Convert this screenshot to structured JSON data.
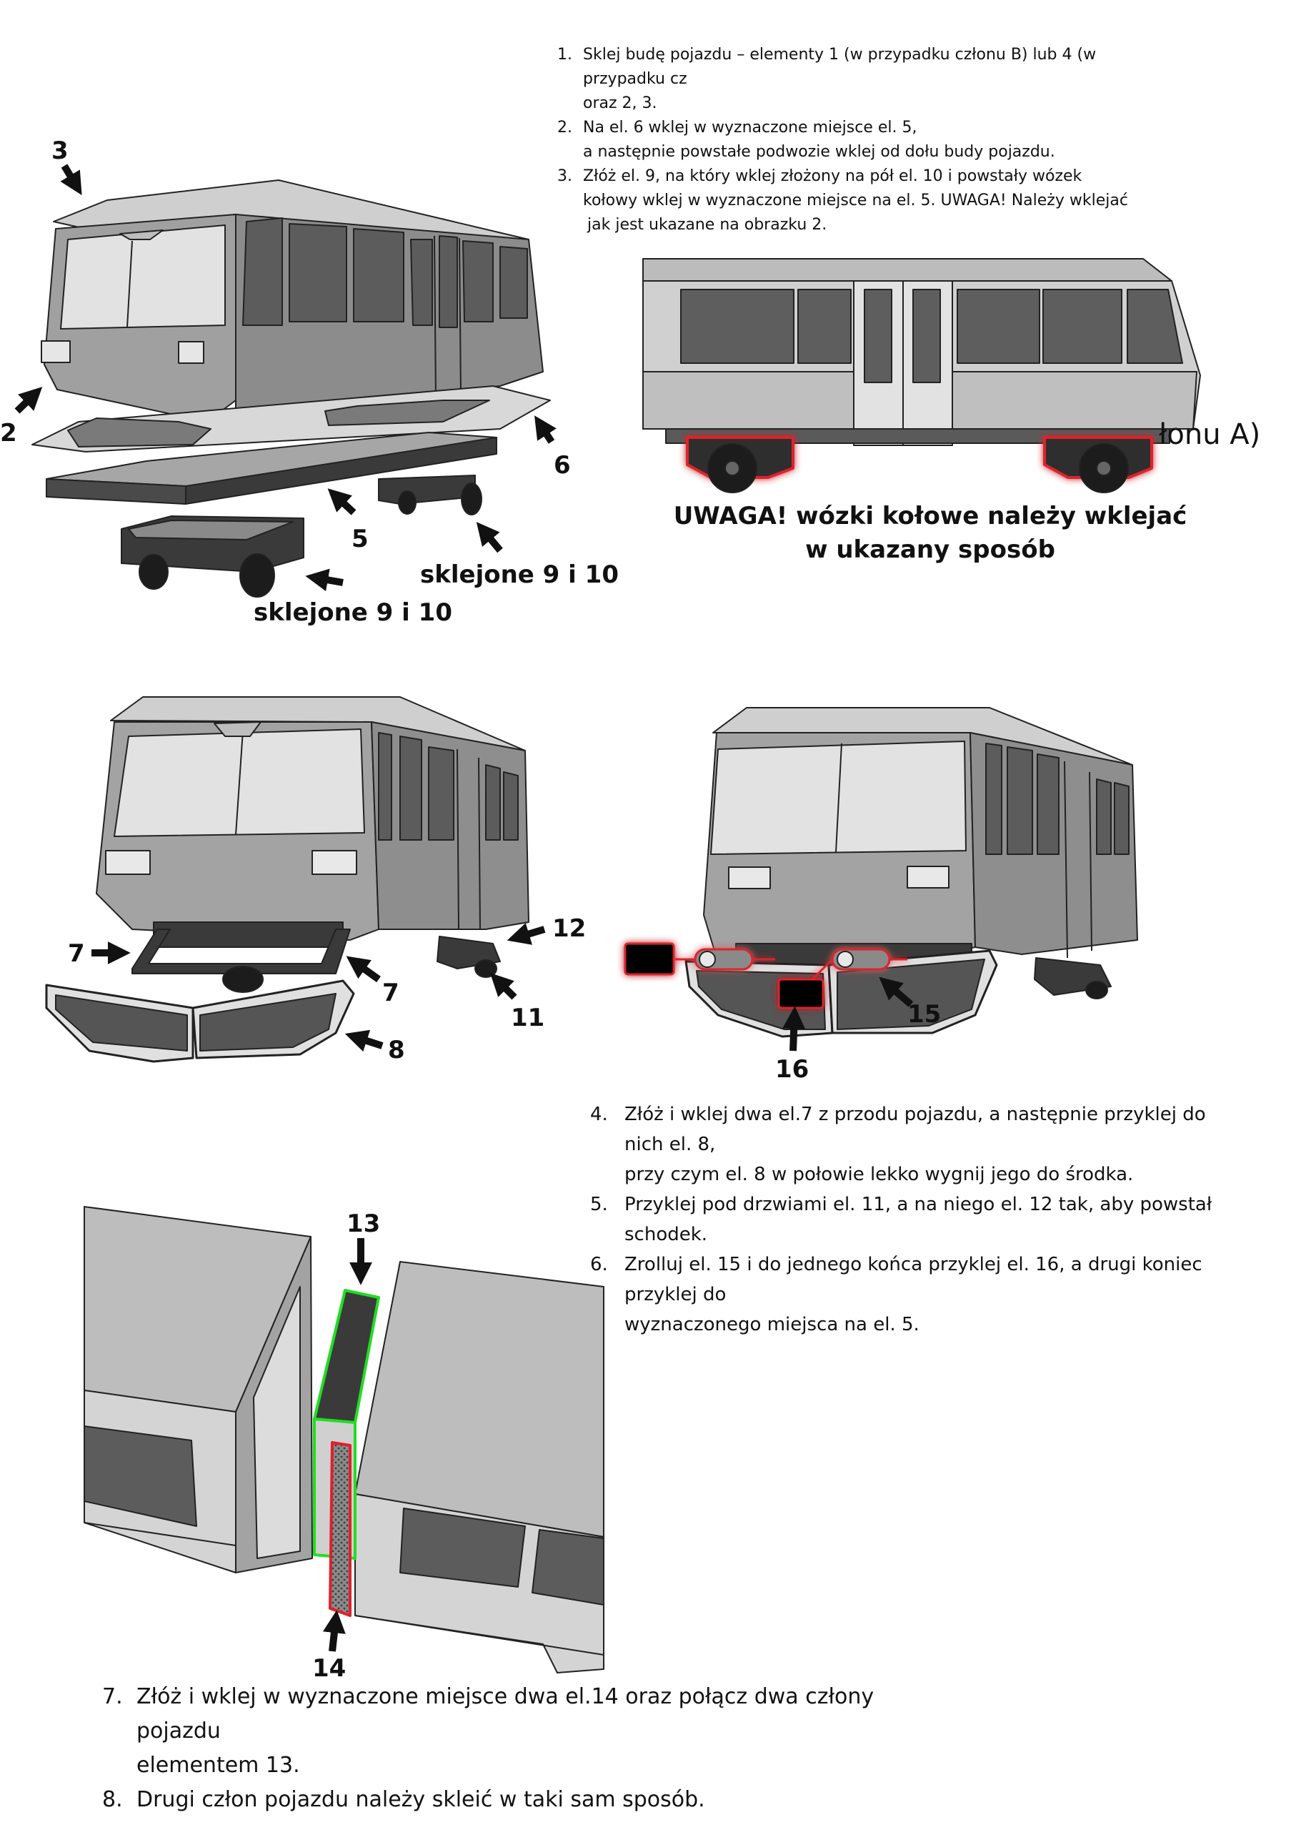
{
  "instructions_top": [
    {
      "num": "1.",
      "text": "Sklej budę pojazdu – elementy 1 (w przypadku członu B) lub 4 (w przypadku cz",
      "cont": "oraz 2, 3."
    },
    {
      "num": "2.",
      "text": "Na el. 6 wklej w wyznaczone miejsce el. 5,",
      "cont": "a następnie powstałe podwozie wklej od dołu budy pojazdu."
    },
    {
      "num": "3.",
      "text": "Złóż el. 9, na który wklej złożony na pół el. 10 i powstały wózek",
      "cont": "kołowy wklej w wyznaczone miejsce na el. 5. UWAGA! Należy wklejać",
      "cont2": "jak jest ukazane na obrazku 2."
    }
  ],
  "clipped_text": "łonu A)",
  "figure1": {
    "labels": [
      "3",
      "2",
      "6",
      "5",
      "sklejone 9 i 10",
      "sklejone 9 i 10"
    ]
  },
  "figure2": {
    "warning_line1": "UWAGA! wózki kołowe należy wklejać",
    "warning_line2": "w ukazany sposób"
  },
  "figure3": {
    "labels": [
      "7",
      "7",
      "12",
      "11",
      "8"
    ]
  },
  "figure4": {
    "labels": [
      "15",
      "16"
    ]
  },
  "instructions_mid": [
    {
      "num": "4.",
      "text": "Złóż i wklej dwa el.7 z przodu pojazdu, a następnie przyklej do nich el. 8,",
      "cont": "przy czym el. 8 w połowie lekko wygnij jego do środka."
    },
    {
      "num": "5.",
      "text": "Przyklej pod drzwiami el. 11, a na niego el. 12 tak, aby powstał schodek."
    },
    {
      "num": "6.",
      "text": "Zrolluj el. 15 i do jednego końca przyklej el. 16, a drugi koniec przyklej do",
      "cont": "wyznaczonego miejsca na el. 5."
    }
  ],
  "figure5": {
    "labels": [
      "13",
      "14"
    ]
  },
  "instructions_bottom": [
    {
      "num": "7.",
      "text": "Złóż i wklej w wyznaczone miejsce dwa el.14 oraz połącz dwa człony pojazdu",
      "cont": "elementem 13."
    },
    {
      "num": "8.",
      "text": "Drugi człon pojazdu należy skleić w taki sam sposób."
    }
  ],
  "colors": {
    "body_light": "#d4d4d4",
    "body_mid": "#a3a3a3",
    "body_dark": "#6e6e6e",
    "chassis": "#3a3a3a",
    "wheel": "#1c1c1c",
    "highlight_red": "#e0202a",
    "highlight_green": "#22dd22"
  }
}
